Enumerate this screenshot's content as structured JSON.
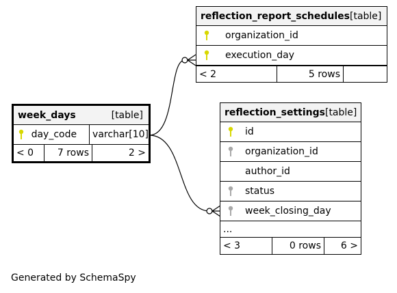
{
  "tables": {
    "reflection_report_schedules": {
      "name": "reflection_report_schedules",
      "type": "[table]",
      "columns": [
        {
          "name": "organization_id",
          "key": "primary"
        },
        {
          "name": "execution_day",
          "key": "primary"
        }
      ],
      "footer": {
        "parents": "< 2",
        "rows": "5 rows",
        "children": ""
      }
    },
    "week_days": {
      "name": "week_days",
      "type": "[table]",
      "columns": [
        {
          "name": "day_code",
          "key": "primary",
          "datatype": "varchar[10]"
        }
      ],
      "footer": {
        "parents": "< 0",
        "rows": "7 rows",
        "children": "2 >"
      }
    },
    "reflection_settings": {
      "name": "reflection_settings",
      "type": "[table]",
      "columns": [
        {
          "name": "id",
          "key": "primary"
        },
        {
          "name": "organization_id",
          "key": "foreign"
        },
        {
          "name": "author_id",
          "key": "none"
        },
        {
          "name": "status",
          "key": "foreign"
        },
        {
          "name": "week_closing_day",
          "key": "foreign"
        }
      ],
      "more": "...",
      "footer": {
        "parents": "< 3",
        "rows": "0 rows",
        "children": "6 >"
      }
    }
  },
  "colors": {
    "primary_key": "#d8d800",
    "foreign_key": "#a8a8a8",
    "header_bg": "#f3f3f3"
  },
  "caption": "Generated by SchemaSpy"
}
